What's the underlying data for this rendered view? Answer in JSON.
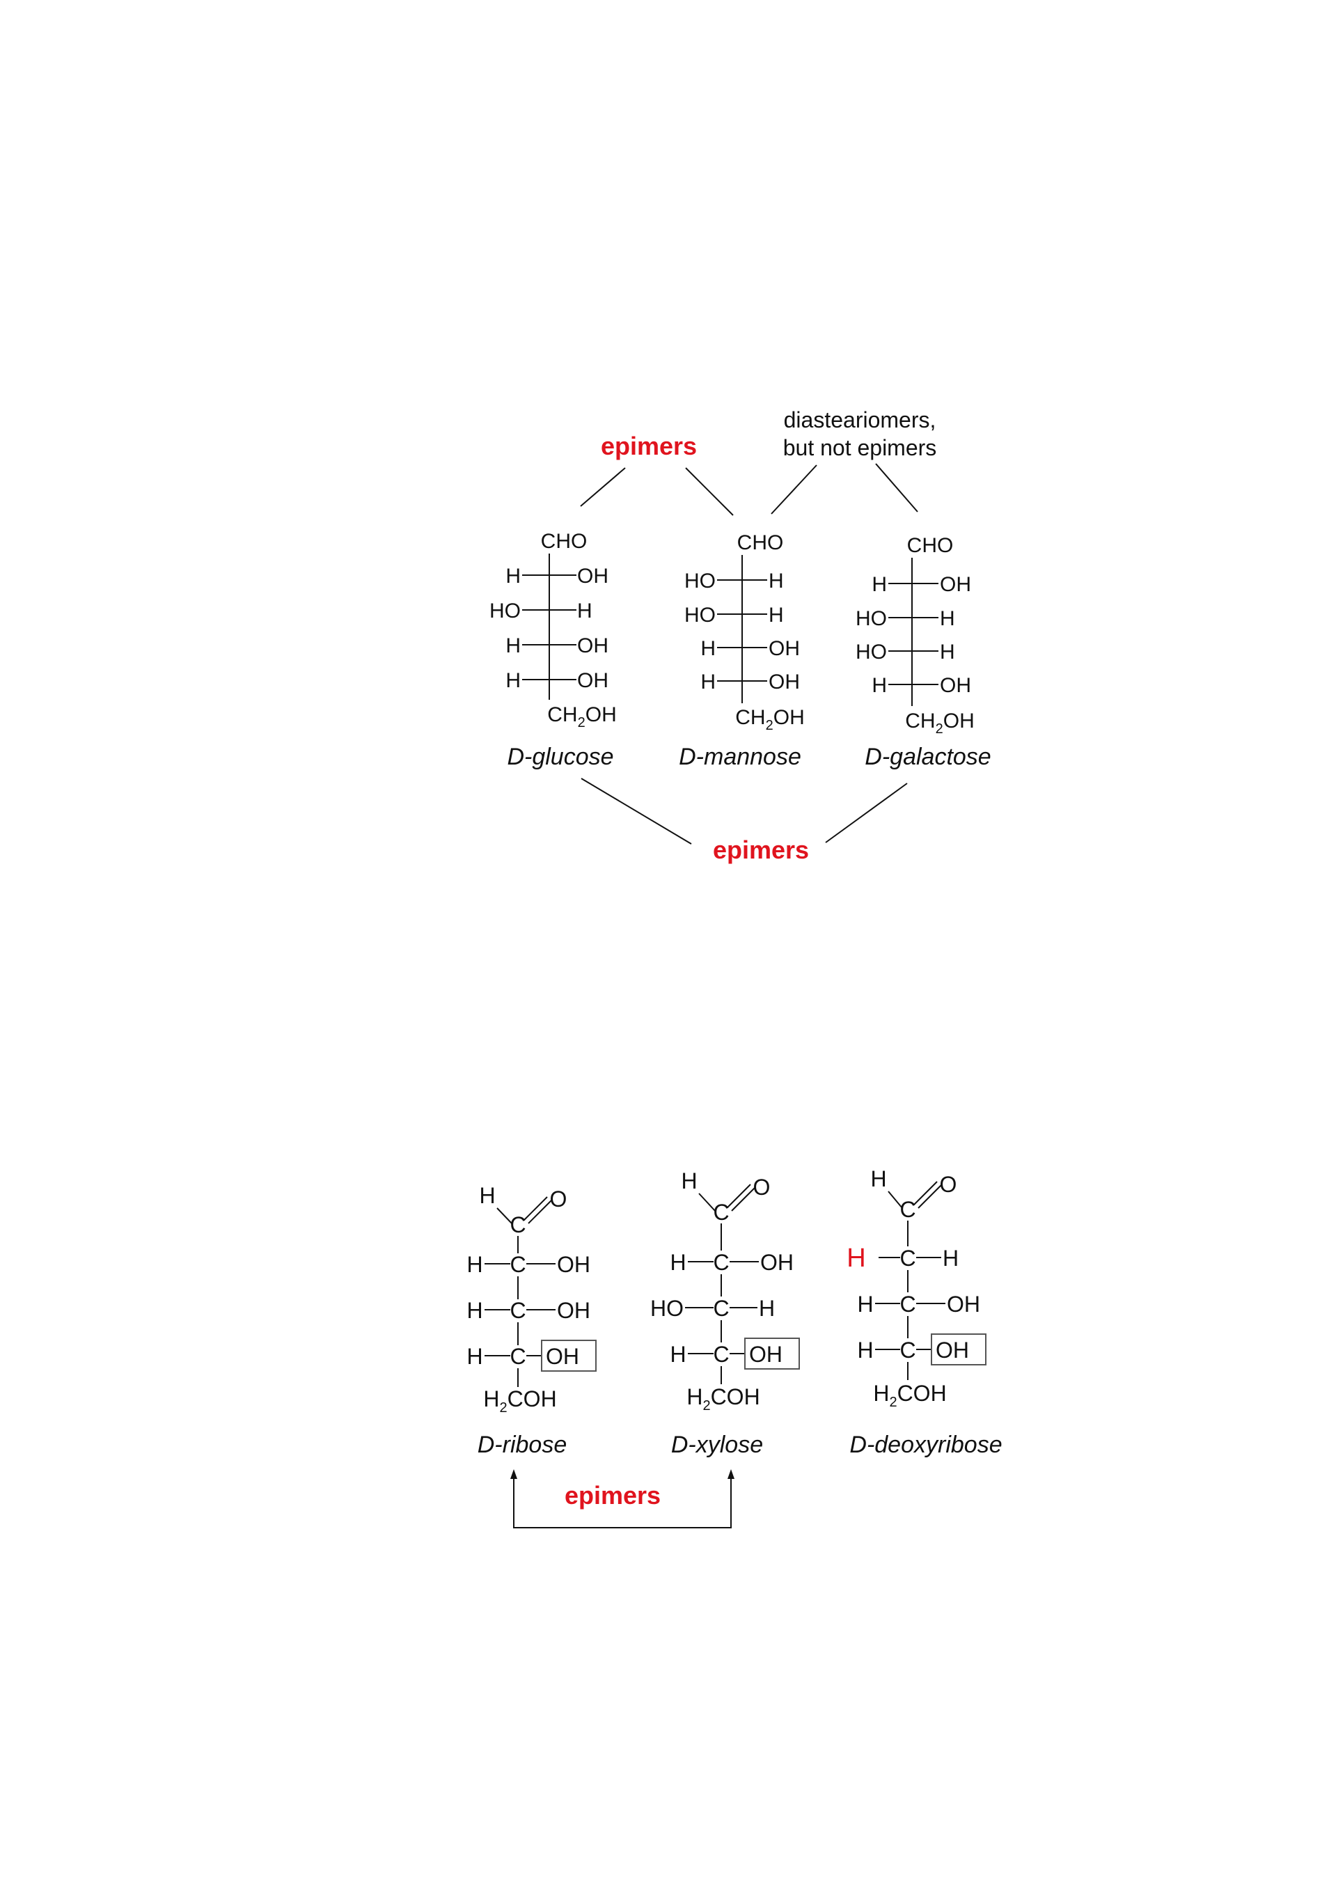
{
  "colors": {
    "accent": "#e0141e",
    "ink": "#111111"
  },
  "annotations": {
    "epimers_top": "epimers",
    "diastereomers_line1": "diasteariomers,",
    "diastereomers_line2": "but not epimers",
    "epimers_middle": "epimers",
    "epimers_bottom": "epimers"
  },
  "hexoses": {
    "glucose": {
      "top": "CHO",
      "bottom": "CH2OH",
      "name": "D-glucose",
      "rows": [
        [
          "H",
          "OH"
        ],
        [
          "HO",
          "H"
        ],
        [
          "H",
          "OH"
        ],
        [
          "H",
          "OH"
        ]
      ]
    },
    "mannose": {
      "top": "CHO",
      "bottom": "CH2OH",
      "name": "D-mannose",
      "rows": [
        [
          "HO",
          "H"
        ],
        [
          "HO",
          "H"
        ],
        [
          "H",
          "OH"
        ],
        [
          "H",
          "OH"
        ]
      ]
    },
    "galactose": {
      "top": "CHO",
      "bottom": "CH2OH",
      "name": "D-galactose",
      "rows": [
        [
          "H",
          "OH"
        ],
        [
          "HO",
          "H"
        ],
        [
          "HO",
          "H"
        ],
        [
          "H",
          "OH"
        ]
      ]
    }
  },
  "pentoses": {
    "ribose": {
      "aldehyde_h": "H",
      "carbonyl_c": "C",
      "carbonyl_o": "O",
      "name": "D-ribose",
      "rows": [
        [
          "H",
          "C",
          "OH"
        ],
        [
          "H",
          "C",
          "OH"
        ],
        [
          "H",
          "C",
          "OH"
        ]
      ],
      "bottom": "H2COH"
    },
    "xylose": {
      "aldehyde_h": "H",
      "carbonyl_c": "C",
      "carbonyl_o": "O",
      "name": "D-xylose",
      "rows": [
        [
          "H",
          "C",
          "OH"
        ],
        [
          "HO",
          "C",
          "H"
        ],
        [
          "H",
          "C",
          "OH"
        ]
      ],
      "bottom": "H2COH"
    },
    "deoxyribose": {
      "aldehyde_h": "H",
      "carbonyl_c": "C",
      "carbonyl_o": "O",
      "name": "D-deoxyribose",
      "rows": [
        [
          "H",
          "C",
          "H"
        ],
        [
          "H",
          "C",
          "OH"
        ],
        [
          "H",
          "C",
          "OH"
        ]
      ],
      "bottom": "H2COH"
    }
  }
}
